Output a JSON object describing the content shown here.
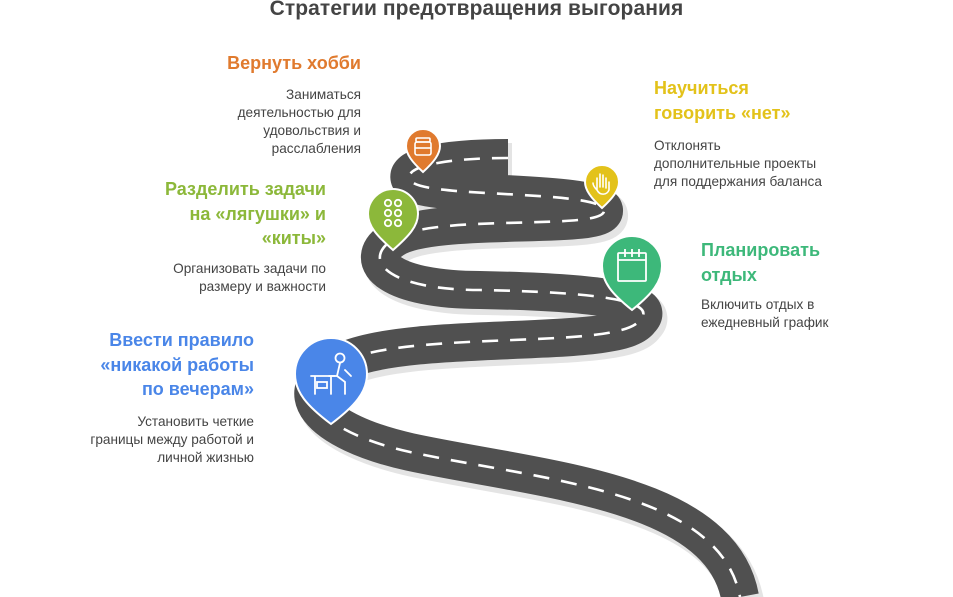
{
  "title": "Стратегии предотвращения выгорания",
  "strategies": [
    {
      "heading": "Вернуть хобби",
      "description": "Заниматься\nдеятельностью для\nудовольствия и\nрасслабления",
      "color": "#E07A2E",
      "icon": "jar-icon"
    },
    {
      "heading": "Научиться\nговорить «нет»",
      "description": "Отклонять\nдополнительные проекты\nдля поддержания баланса",
      "color": "#E3C21A",
      "icon": "stop-hand-icon"
    },
    {
      "heading": "Разделить задачи\nна «лягушки» и\n«киты»",
      "description": "Организовать задачи по\nразмеру и важности",
      "color": "#8CB83A",
      "icon": "grid-dots-icon"
    },
    {
      "heading": "Планировать\nотдых",
      "description": "Включить отдых в\nежедневный график",
      "color": "#3DB87A",
      "icon": "calendar-icon"
    },
    {
      "heading": "Ввести правило\n«никакой работы\nпо вечерам»",
      "description": "Установить четкие\nграницы между работой и\nличной жизнью",
      "color": "#4A86E8",
      "icon": "person-at-desk-icon"
    }
  ]
}
